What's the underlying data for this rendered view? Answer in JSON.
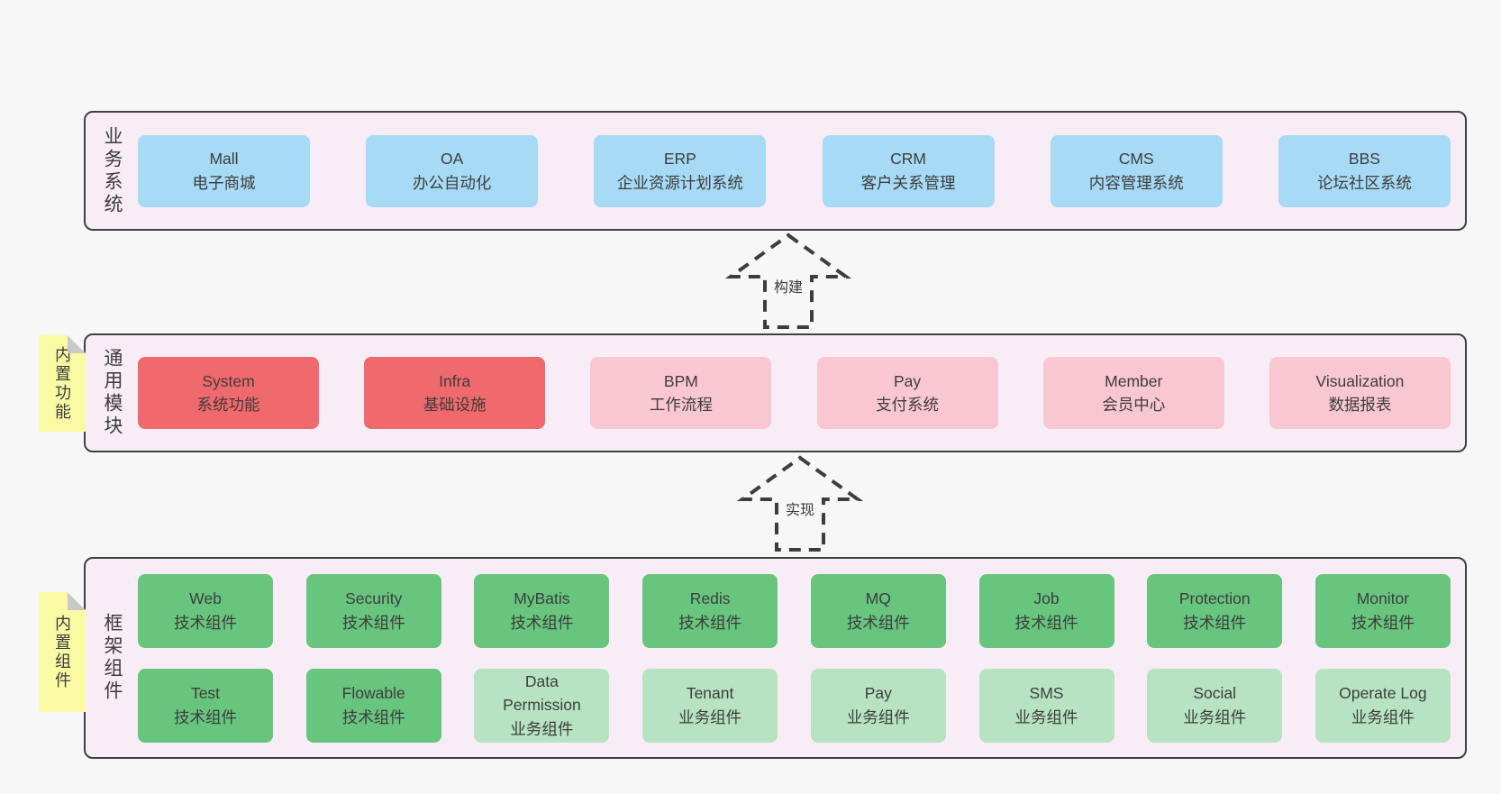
{
  "diagram": {
    "arrows": [
      {
        "label": "构建"
      },
      {
        "label": "实现"
      }
    ],
    "layers": {
      "business": {
        "label": "业务系统",
        "items": [
          {
            "name": "Mall",
            "desc": "电子商城",
            "variant": "blue"
          },
          {
            "name": "OA",
            "desc": "办公自动化",
            "variant": "blue"
          },
          {
            "name": "ERP",
            "desc": "企业资源计划系统",
            "variant": "blue"
          },
          {
            "name": "CRM",
            "desc": "客户关系管理",
            "variant": "blue"
          },
          {
            "name": "CMS",
            "desc": "内容管理系统",
            "variant": "blue"
          },
          {
            "name": "BBS",
            "desc": "论坛社区系统",
            "variant": "blue"
          }
        ]
      },
      "modules": {
        "label": "通用模块",
        "tag": "内置功能",
        "items": [
          {
            "name": "System",
            "desc": "系统功能",
            "variant": "red"
          },
          {
            "name": "Infra",
            "desc": "基础设施",
            "variant": "red"
          },
          {
            "name": "BPM",
            "desc": "工作流程",
            "variant": "pink"
          },
          {
            "name": "Pay",
            "desc": "支付系统",
            "variant": "pink"
          },
          {
            "name": "Member",
            "desc": "会员中心",
            "variant": "pink"
          },
          {
            "name": "Visualization",
            "desc": "数据报表",
            "variant": "pink"
          }
        ]
      },
      "components": {
        "label": "框架组件",
        "tag": "内置组件",
        "rows": [
          [
            {
              "name": "Web",
              "desc": "技术组件",
              "variant": "green"
            },
            {
              "name": "Security",
              "desc": "技术组件",
              "variant": "green"
            },
            {
              "name": "MyBatis",
              "desc": "技术组件",
              "variant": "green"
            },
            {
              "name": "Redis",
              "desc": "技术组件",
              "variant": "green"
            },
            {
              "name": "MQ",
              "desc": "技术组件",
              "variant": "green"
            },
            {
              "name": "Job",
              "desc": "技术组件",
              "variant": "green"
            },
            {
              "name": "Protection",
              "desc": "技术组件",
              "variant": "green"
            },
            {
              "name": "Monitor",
              "desc": "技术组件",
              "variant": "green"
            }
          ],
          [
            {
              "name": "Test",
              "desc": "技术组件",
              "variant": "green"
            },
            {
              "name": "Flowable",
              "desc": "技术组件",
              "variant": "green"
            },
            {
              "name": "Data Permission",
              "desc": "业务组件",
              "variant": "lightgreen"
            },
            {
              "name": "Tenant",
              "desc": "业务组件",
              "variant": "lightgreen"
            },
            {
              "name": "Pay",
              "desc": "业务组件",
              "variant": "lightgreen"
            },
            {
              "name": "SMS",
              "desc": "业务组件",
              "variant": "lightgreen"
            },
            {
              "name": "Social",
              "desc": "业务组件",
              "variant": "lightgreen"
            },
            {
              "name": "Operate Log",
              "desc": "业务组件",
              "variant": "lightgreen"
            }
          ]
        ]
      }
    },
    "colors": {
      "page_bg": "#f7f7f7",
      "layer_bg": "#f8edf7",
      "layer_border": "#404040",
      "box_blue": "#a7daf5",
      "box_red": "#f0696c",
      "box_pink": "#f9c7d2",
      "box_green": "#68c57e",
      "box_lightgreen": "#b7e3c3",
      "sticky_yellow": "#fafaa5",
      "fold_gray": "#c9c9c9",
      "text": "#3d3d3d"
    }
  }
}
